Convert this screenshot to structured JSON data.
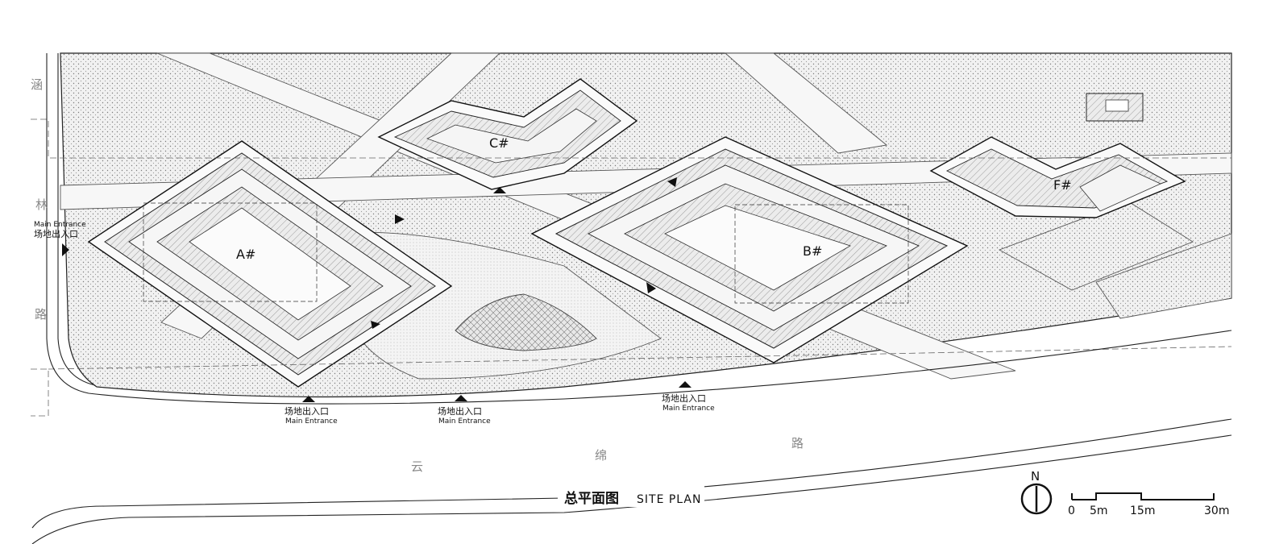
{
  "buildings": [
    {
      "id": "A",
      "label": "A#"
    },
    {
      "id": "B",
      "label": "B#"
    },
    {
      "id": "C",
      "label": "C#"
    },
    {
      "id": "F",
      "label": "F#"
    }
  ],
  "west_road": {
    "chars": [
      "涵",
      "林",
      "路"
    ]
  },
  "south_road": {
    "chars": [
      "云",
      "绵",
      "路"
    ]
  },
  "entrances": [
    {
      "cn": "场地出入口",
      "en": "Main Entrance"
    },
    {
      "cn": "场地出入口",
      "en": "Main Entrance"
    },
    {
      "cn": "场地出入口",
      "en": "Main Entrance"
    },
    {
      "cn": "场地出入口",
      "en": "Main Entrance"
    }
  ],
  "title": {
    "cn": "总平面图",
    "en": "SITE PLAN"
  },
  "north": {
    "label": "N"
  },
  "scale": {
    "ticks": [
      "0",
      "5m",
      "15m",
      "30m"
    ]
  }
}
